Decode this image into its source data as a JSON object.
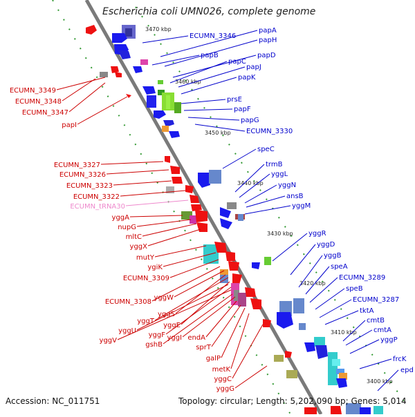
{
  "header": {
    "title": "Escherichia coli UMN026, complete genome"
  },
  "footer": {
    "accession": "Accession: NC_011751",
    "summary": "Topology: circular; Length: 5,202,090 bp; Genes: 5,014"
  },
  "colors": {
    "axis": "#808080",
    "tick": "#339933",
    "plus_strand": "#cc0000",
    "minus_strand": "#0000cc",
    "trna": "#ee88cc"
  },
  "scale_labels": [
    "3470 kbp",
    "3460 kbp",
    "3450 kbp",
    "3440 kbp",
    "3430 kbp",
    "3420 kbp",
    "3410 kbp",
    "3400 kbp"
  ],
  "right_labels": [
    "papA",
    "ECUMN_3346",
    "papH",
    "papB",
    "papD",
    "papC",
    "papJ",
    "papK",
    "prsE",
    "papF",
    "papG",
    "ECUMN_3330",
    "speC",
    "trmB",
    "yggL",
    "yggN",
    "ansB",
    "yggM",
    "yggR",
    "yggD",
    "yggB",
    "speA",
    "ECUMN_3289",
    "speB",
    "ECUMN_3287",
    "tktA",
    "cmtB",
    "cmtA",
    "yggP",
    "frcK",
    "epd"
  ],
  "left_labels": [
    "ECUMN_3349",
    "ECUMN_3348",
    "ECUMN_3347",
    "papI",
    "ECUMN_3327",
    "ECUMN_3326",
    "ECUMN_3323",
    "ECUMN_3322",
    "ECUMN_tRNA30",
    "yggA",
    "nupG",
    "mltC",
    "yggX",
    "mutY",
    "ygiK",
    "ECUMN_3309",
    "ECUMN_3308",
    "yggW",
    "yggS",
    "yggT",
    "yggE",
    "yggU",
    "yggF",
    "yggV",
    "gshB",
    "yggI",
    "endA",
    "sprT",
    "galP",
    "metK",
    "yggC",
    "yggG"
  ]
}
